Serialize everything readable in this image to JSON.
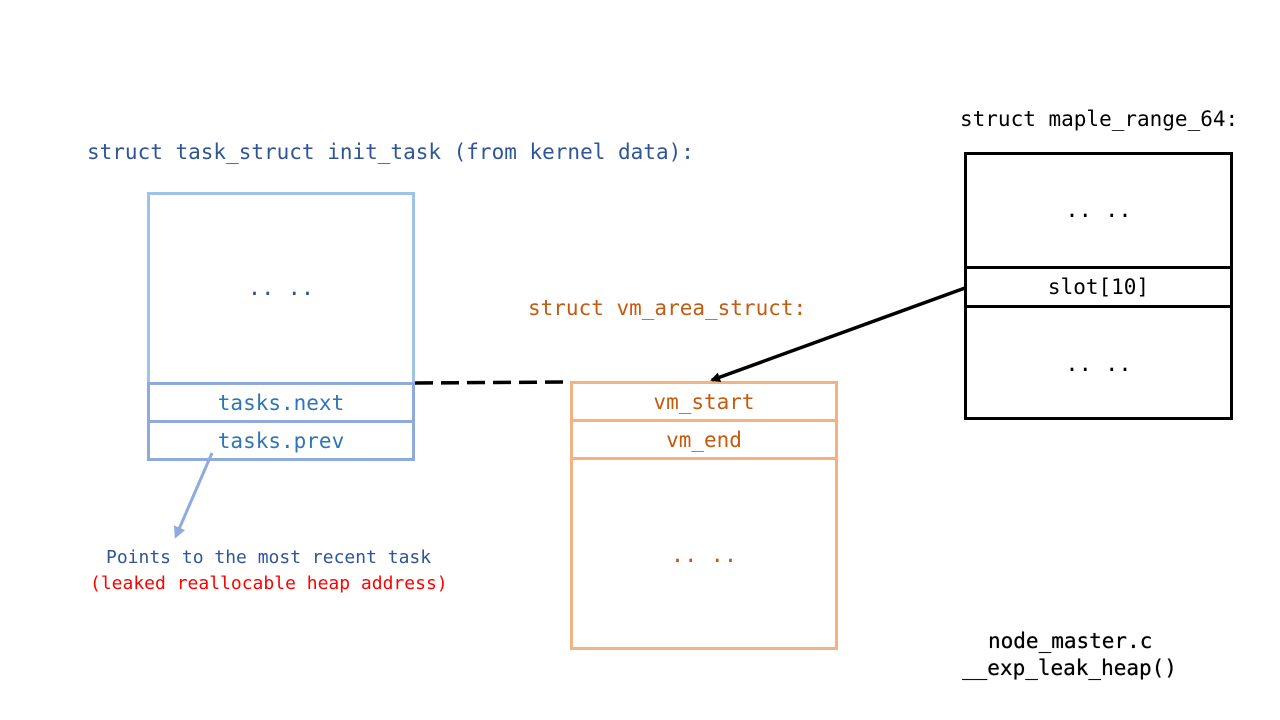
{
  "task_struct": {
    "title": "struct task_struct init_task (from kernel data):",
    "ellipsis": ".. ..",
    "next": "tasks.next",
    "prev": "tasks.prev",
    "color": "#2f5597",
    "border_color": "#9dc3e6"
  },
  "vm_area": {
    "title": "struct vm_area_struct:",
    "start": "vm_start",
    "end": "vm_end",
    "ellipsis": ".. ..",
    "color": "#c55a11",
    "border_color": "#f4b183"
  },
  "maple": {
    "title": "struct maple_range_64:",
    "top_ellipsis": ".. ..",
    "slot": "slot[10]",
    "bottom_ellipsis": ".. .."
  },
  "note": {
    "line1": "Points to the most recent task",
    "line2": "(leaked reallocable heap address)",
    "line1_color": "#2f5597",
    "line2_color": "#ff0000"
  },
  "source": {
    "file": "node_master.c",
    "function": "__exp_leak_heap()"
  }
}
